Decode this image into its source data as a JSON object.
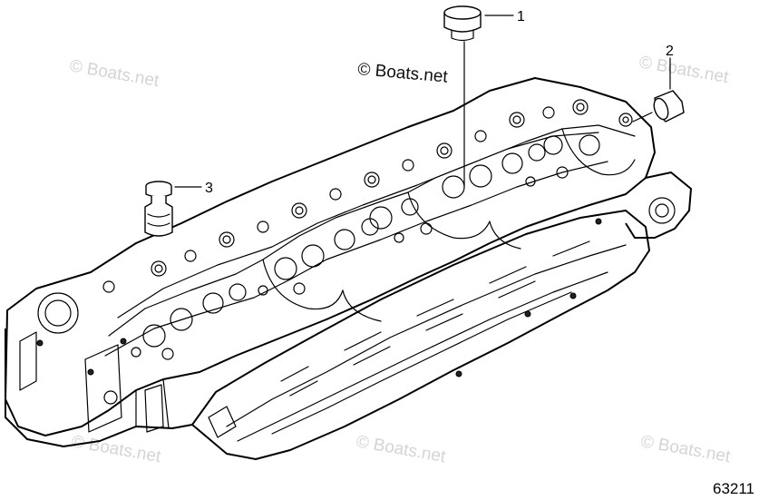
{
  "callouts": [
    {
      "id": 1,
      "label": "1",
      "part": "cap"
    },
    {
      "id": 2,
      "label": "2",
      "part": "plug"
    },
    {
      "id": 3,
      "label": "3",
      "part": "fitting"
    }
  ],
  "watermark": {
    "main": "© Boats.net",
    "faint": "© Boats.net"
  },
  "figure_number": "63211"
}
